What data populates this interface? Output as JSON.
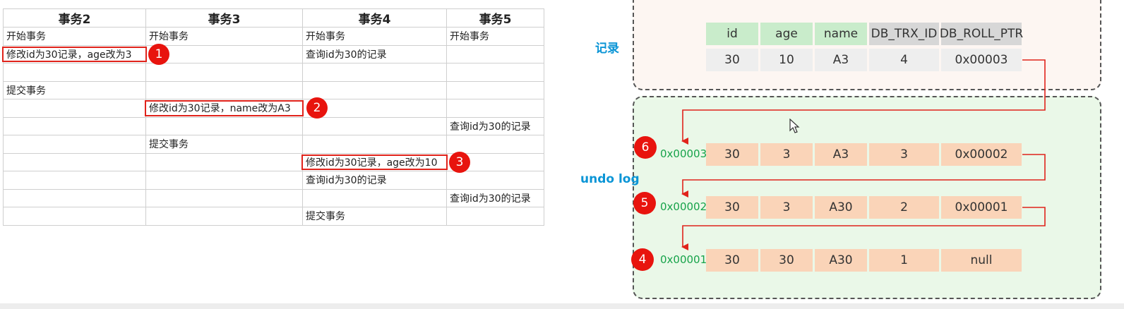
{
  "table": {
    "headers": [
      "事务2",
      "事务3",
      "事务4",
      "事务5"
    ],
    "rows": [
      [
        "开始事务",
        "开始事务",
        "开始事务",
        "开始事务"
      ],
      [
        "修改id为30记录，age改为3",
        "",
        "查询id为30的记录",
        ""
      ],
      [
        "",
        "",
        "",
        ""
      ],
      [
        "提交事务",
        "",
        "",
        ""
      ],
      [
        "",
        "修改id为30记录，name改为A3",
        "",
        ""
      ],
      [
        "",
        "",
        "",
        "查询id为30的记录"
      ],
      [
        "",
        "提交事务",
        "",
        ""
      ],
      [
        "",
        "",
        "修改id为30记录，age改为10",
        ""
      ],
      [
        "",
        "",
        "查询id为30的记录",
        ""
      ],
      [
        "",
        "",
        "",
        "查询id为30的记录"
      ],
      [
        "",
        "",
        "提交事务",
        ""
      ]
    ],
    "badges": [
      "1",
      "2",
      "3"
    ]
  },
  "diagram": {
    "record_label": "记录",
    "undo_label": "undo log",
    "columns": [
      "id",
      "age",
      "name",
      "DB_TRX_ID",
      "DB_ROLL_PTR"
    ],
    "record": [
      "30",
      "10",
      "A3",
      "4",
      "0x00003"
    ],
    "undo_rows": [
      {
        "badge": "6",
        "addr": "0x00003",
        "values": [
          "30",
          "3",
          "A3",
          "3",
          "0x00002"
        ]
      },
      {
        "badge": "5",
        "addr": "0x00002",
        "values": [
          "30",
          "3",
          "A30",
          "2",
          "0x00001"
        ]
      },
      {
        "badge": "4",
        "addr": "0x00001",
        "values": [
          "30",
          "30",
          "A30",
          "1",
          "null"
        ]
      }
    ],
    "colors": {
      "accent_red": "#e8140e",
      "label_blue": "#0b95d6",
      "addr_green": "#17a34a",
      "header_green": "#c9eccb",
      "header_gray": "#d7d7d7",
      "undo_cell": "#fad4b8"
    }
  }
}
